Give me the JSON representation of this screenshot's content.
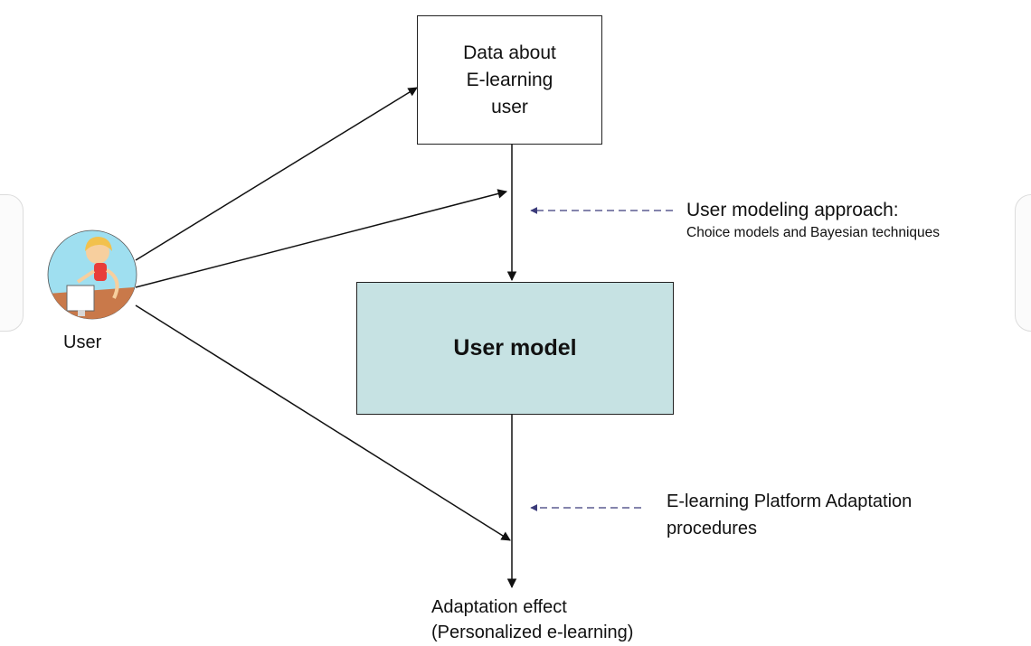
{
  "nodes": {
    "data_box": "Data about\nE-learning\nuser",
    "user_model": "User model",
    "user": "User"
  },
  "annotations": {
    "modeling_title": "User modeling approach:",
    "modeling_sub": "Choice models and Bayesian techniques",
    "platform": "E-learning Platform Adaptation\nprocedures"
  },
  "output": {
    "line1": "Adaptation effect",
    "line2": "(Personalized e-learning)"
  },
  "colors": {
    "user_model_fill": "#c6e2e3",
    "dashed_arrow": "#3b3b7a",
    "solid_arrow": "#111111"
  },
  "icons": {
    "user": "user-at-computer-icon"
  }
}
